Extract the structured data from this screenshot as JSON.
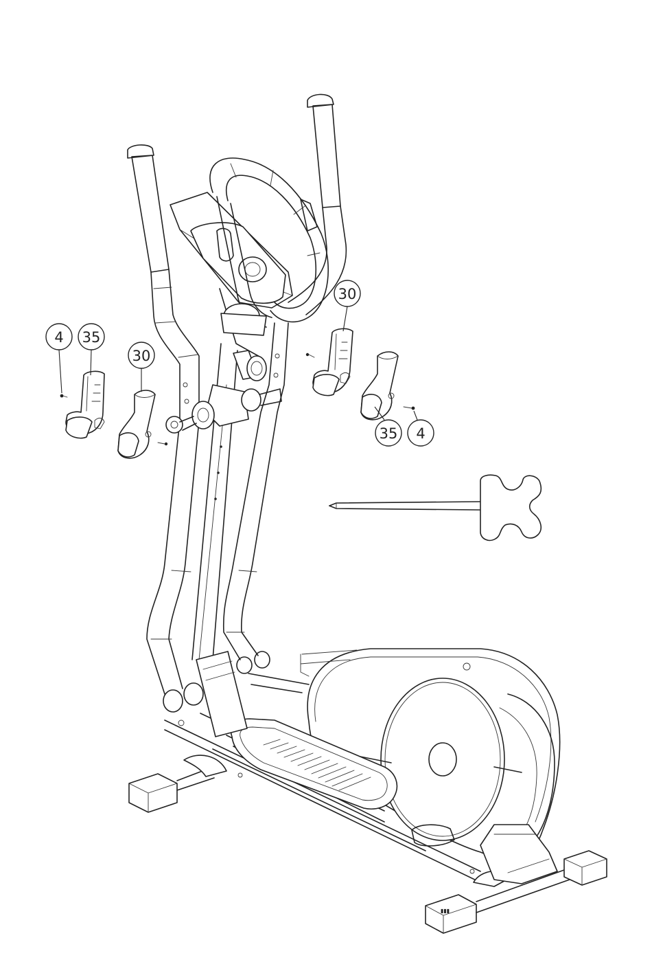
{
  "callouts": [
    {
      "id": "left-screw",
      "label": "4"
    },
    {
      "id": "left-inner-cover",
      "label": "35"
    },
    {
      "id": "left-outer-cover",
      "label": "30"
    },
    {
      "id": "right-inner-cover",
      "label": "30"
    },
    {
      "id": "right-outer-cover",
      "label": "35"
    },
    {
      "id": "right-screw",
      "label": "4"
    }
  ],
  "colors": {
    "line": "#222222",
    "background": "#ffffff"
  },
  "icons": [
    "elliptical-trainer",
    "allen-key-tool",
    "handlebar-cover",
    "screw"
  ]
}
